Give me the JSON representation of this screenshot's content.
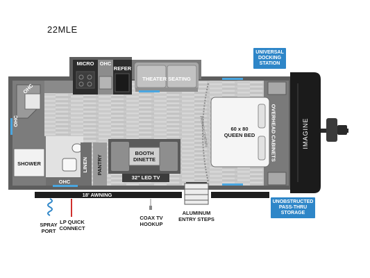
{
  "model": "22MLE",
  "callouts": {
    "docking": [
      "UNIVERSAL",
      "DOCKING",
      "STATION"
    ],
    "storage": [
      "UNOBSTRUCTED",
      "PASS-THRU",
      "STORAGE"
    ]
  },
  "rooms": {
    "micro": "MICRO",
    "ohc_top": "OHC",
    "refer": "REFER",
    "theater": "THEATER SEATING",
    "ohc_corner": "OHC",
    "ohc_left": "OHC",
    "shower": "SHOWER",
    "ohc_bath": "OHC",
    "linen": "LINEN",
    "pantry": "PANTRY",
    "dinette": [
      "BOOTH",
      "DINETTE"
    ],
    "tv": "32\" LED TV",
    "bed": [
      "60 x 80",
      "QUEEN BED"
    ],
    "overhead": "OVERHEAD CABINETS",
    "curtain": "PRIVACY CURTAIN",
    "brand": "IMAGINE"
  },
  "exterior": {
    "awning": "18' AWNING",
    "spray_port": [
      "SPRAY",
      "PORT"
    ],
    "lp_quick": [
      "LP QUICK",
      "CONNECT"
    ],
    "coax": [
      "COAX TV",
      "HOOKUP"
    ],
    "steps": [
      "ALUMINUM",
      "ENTRY STEPS"
    ]
  },
  "colors": {
    "callout_blue": "#2e86c8",
    "wall": "#6b6b6b",
    "floor": "#cfcfcf",
    "awning_bar": "#1d1d1d",
    "lp_red": "#d0312d",
    "hose_blue": "#2e86c8"
  }
}
